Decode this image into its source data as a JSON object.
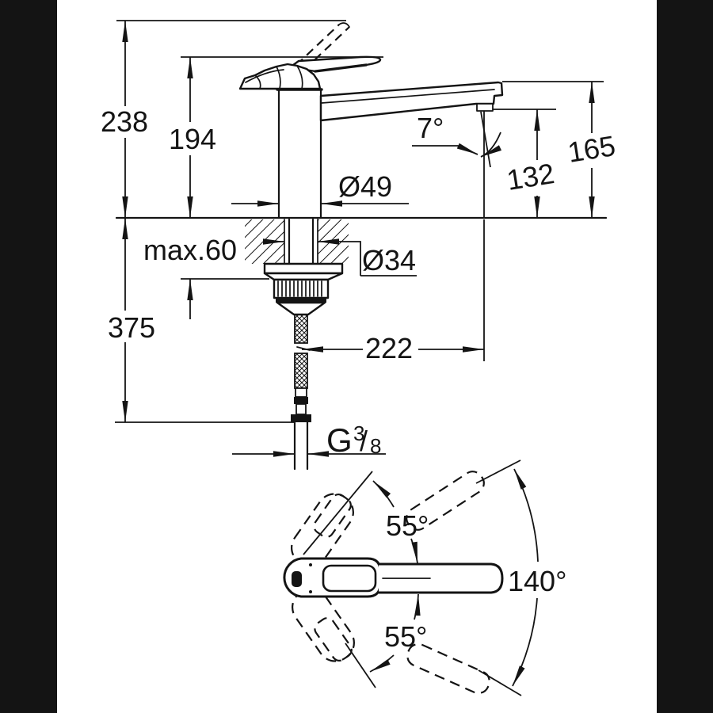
{
  "drawing_labels": {
    "height_overall": "238",
    "height_to_lever": "194",
    "height_spout_end": "165",
    "height_outlet": "132",
    "spout_angle": "7°",
    "base_diameter": "Ø49",
    "hole_diameter": "Ø34",
    "max_deck_thickness": "max.60",
    "below_deck_length": "375",
    "spout_reach": "222",
    "thread_letter": "G",
    "thread_numerator": "3",
    "thread_slash": "/",
    "thread_denominator": "8"
  },
  "rotation_labels": {
    "upper_swing": "55°",
    "lower_swing": "55°",
    "total_swing": "140°"
  }
}
